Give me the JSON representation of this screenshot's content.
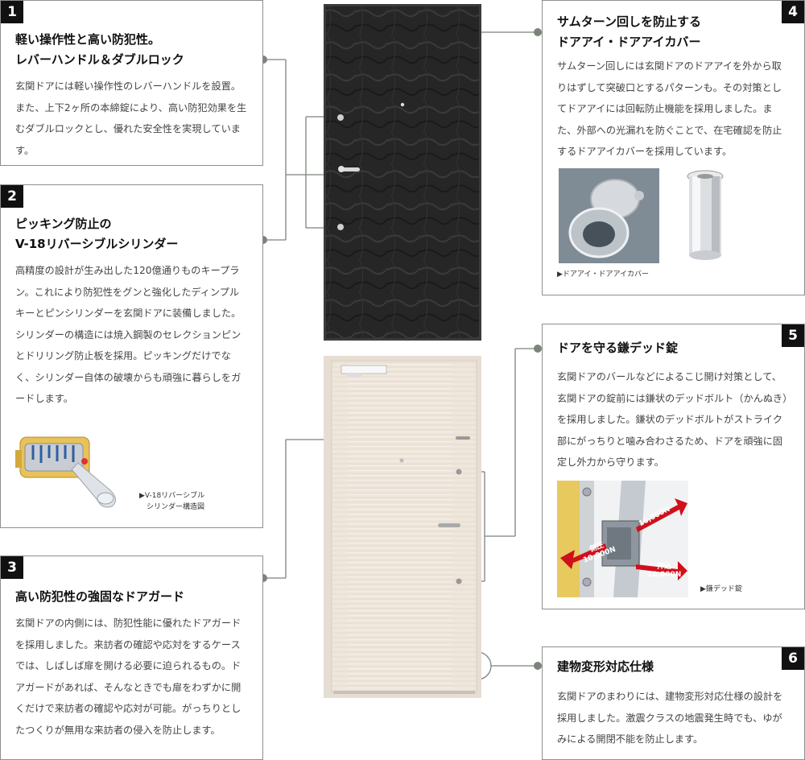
{
  "features": [
    {
      "number": "1",
      "title": "軽い操作性と高い防犯性。\nレバーハンドル＆ダブルロック",
      "body": "玄関ドアには軽い操作性のレバーハンドルを設置。また、上下2ヶ所の本締錠により、高い防犯効果を生むダブルロックとし、優れた安全性を実現しています。"
    },
    {
      "number": "2",
      "title": "ピッキング防止の\nV-18リバーシブルシリンダー",
      "body": "高精度の設計が生み出した120億通りものキープラン。これにより防犯性をグンと強化したディンプルキーとピンシリンダーを玄関ドアに装備しました。シリンダーの構造には焼入鋼製のセレクションピンとドリリング防止板を採用。ピッキングだけでなく、シリンダー自体の破壊からも頑強に暮らしをガードします。",
      "caption": "▶V-18リバーシブル\n　シリンダー構造図"
    },
    {
      "number": "3",
      "title": "高い防犯性の強固なドアガード",
      "body": "玄関ドアの内側には、防犯性能に優れたドアガードを採用しました。来訪者の確認や応対をするケースでは、しばしば扉を開ける必要に迫られるもの。ドアガードがあれば、そんなときでも扉をわずかに開くだけで来訪者の確認や応対が可能。がっちりとしたつくりが無用な来訪者の侵入を防止します。"
    },
    {
      "number": "4",
      "title": "サムターン回しを防止する\nドアアイ・ドアアイカバー",
      "body": "サムターン回しには玄関ドアのドアアイを外から取りはずして突破口とするパターンも。その対策としてドアアイには回転防止機能を採用しました。また、外部への光漏れを防ぐことで、在宅確認を防止するドアアイカバーを採用しています。",
      "caption": "▶ドアアイ・ドアアイカバー"
    },
    {
      "number": "5",
      "title": "ドアを守る鎌デッド錠",
      "body": "玄関ドアのバールなどによるこじ開け対策として、玄関ドアの錠前には鎌状のデッドボルト（かんぬき）を採用しました。鎌状のデッドボルトがストライク部にがっちりと噛み合わさるため、ドアを頑強に固定し外力から守ります。",
      "caption": "▶鎌デッド錠",
      "badges": [
        "10,000N",
        "側圧\n10,000N",
        "押込\n10,000N"
      ]
    },
    {
      "number": "6",
      "title": "建物変形対応仕様",
      "body": "玄関ドアのまわりには、建物変形対応仕様の設計を採用しました。激震クラスの地震発生時でも、ゆがみによる開閉不能を防止します。"
    }
  ],
  "colors": {
    "connector": "#7b8479",
    "outer_door": "#2a2a2a",
    "inner_door": "#efe6dc",
    "badge_red": "#d0101c",
    "number_bg": "#111111"
  }
}
